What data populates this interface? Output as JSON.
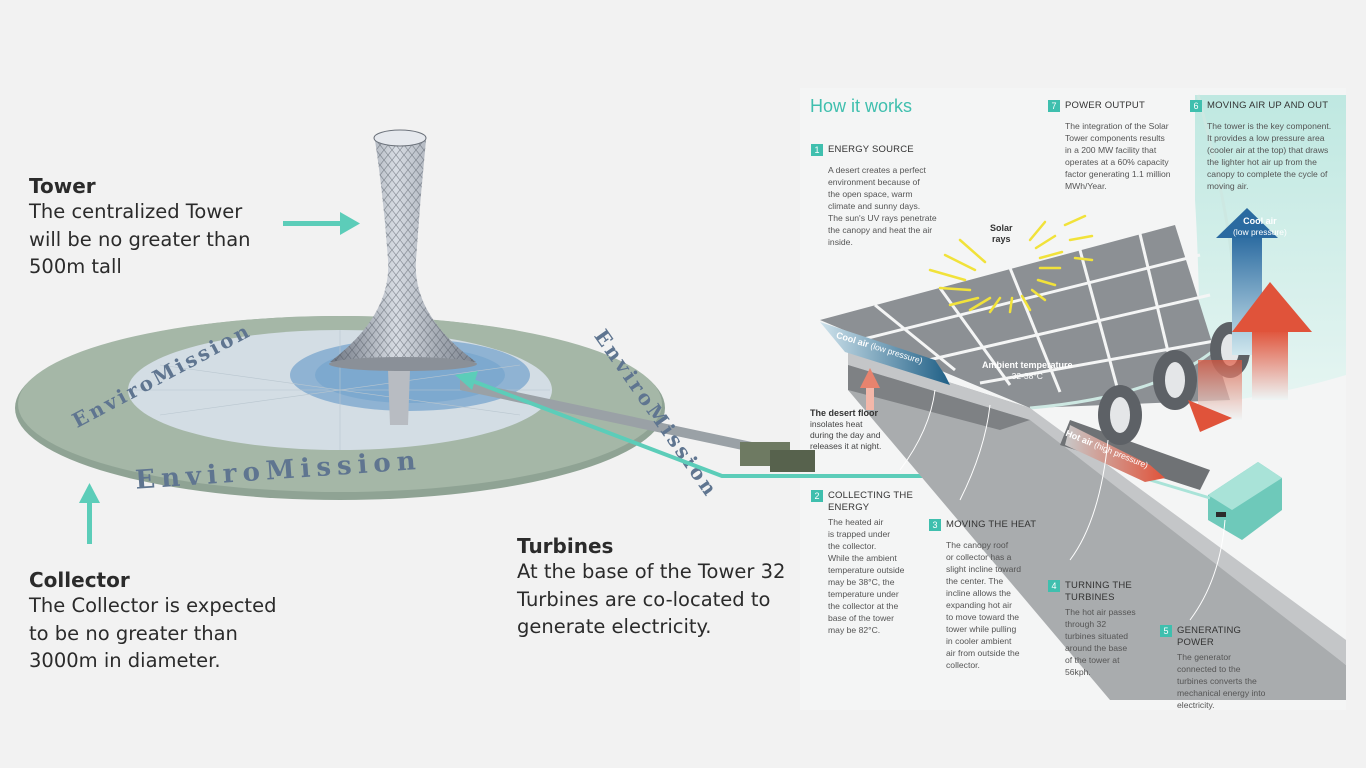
{
  "callouts": {
    "tower": {
      "title": "Tower",
      "lines": [
        "The centralized Tower",
        "will be no greater than",
        "500m tall"
      ]
    },
    "collector": {
      "title": "Collector",
      "lines": [
        "The Collector is expected",
        "to be no greater than",
        "3000m in diameter."
      ]
    },
    "turbines": {
      "title": "Turbines",
      "lines": [
        "At the base of the Tower 32",
        "Turbines are co-located to",
        "generate electricity."
      ]
    }
  },
  "collector_ring_text": "EnviroMission",
  "diagram": {
    "title": "How it works",
    "steps": [
      {
        "num": "1",
        "title": "ENERGY SOURCE",
        "lines": [
          "A desert creates a perfect",
          "environment because of",
          "the open space, warm",
          "climate and sunny days.",
          "The sun's UV rays penetrate",
          "the canopy and heat the air",
          "inside."
        ]
      },
      {
        "num": "2",
        "title": "COLLECTING THE",
        "title2": "ENERGY",
        "lines": [
          "The heated air",
          "is trapped under",
          "the collector.",
          "While the ambient",
          "temperature outside",
          "may be 38°C, the",
          "temperature under",
          "the collector at the",
          "base of the tower",
          "may be 82°C."
        ]
      },
      {
        "num": "3",
        "title": "MOVING THE HEAT",
        "lines": [
          "The canopy roof",
          "or collector has a",
          "slight incline toward",
          "the center. The",
          "incline allows the",
          "expanding hot air",
          "to move toward the",
          "tower while pulling",
          "in cooler ambient",
          "air from outside the",
          "collector."
        ]
      },
      {
        "num": "4",
        "title": "TURNING THE",
        "title2": "TURBINES",
        "lines": [
          "The hot air passes",
          "through 32",
          "turbines situated",
          "around the base",
          "of the tower at",
          "56kph."
        ]
      },
      {
        "num": "5",
        "title": "GENERATING",
        "title2": "POWER",
        "lines": [
          "The generator",
          "connected to the",
          "turbines converts the",
          "mechanical energy into",
          "electricity."
        ]
      },
      {
        "num": "6",
        "title": "MOVING AIR UP AND OUT",
        "lines": [
          "The tower is the key component.",
          "It provides a low pressure area",
          "(cooler air at the top) that draws",
          "the lighter hot air up from the",
          "canopy to complete the cycle of",
          "moving air."
        ]
      },
      {
        "num": "7",
        "title": "POWER OUTPUT",
        "lines": [
          "The integration of the Solar",
          "Tower components results",
          "in a 200 MW facility that",
          "operates at a 60% capacity",
          "factor generating 1.1 million",
          "MWh/Year."
        ]
      }
    ],
    "labels": {
      "solar_rays": [
        "Solar",
        "rays"
      ],
      "cool_air_top": "Cool air",
      "cool_air_top_sub": "(low pressure)",
      "cool_air_left": "Cool air",
      "cool_air_left_sub": "(low pressure)",
      "ambient": "Ambient temperature",
      "ambient_sub": "32-38°C",
      "desert_floor": "The desert floor",
      "desert_floor_lines": [
        "insolates heat",
        "during the day and",
        "releases it at night."
      ],
      "hot_air": "Hot air",
      "hot_air_sub": "(high pressure)"
    }
  },
  "colors": {
    "accent": "#3fbfae",
    "arrow": "#5ccdb9",
    "hot": "#e0533a",
    "cool": "#2a6aa0"
  }
}
